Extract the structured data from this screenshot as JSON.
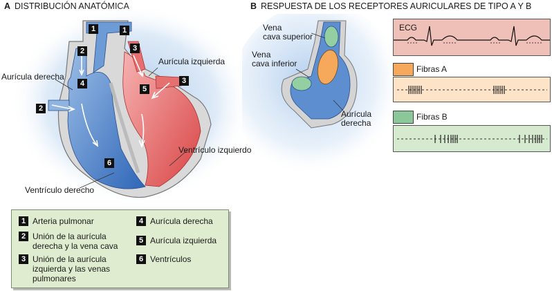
{
  "panel_a": {
    "letter": "A",
    "title": "DISTRIBUCIÓN ANATÓMICA",
    "labels": {
      "auricula_derecha": "Aurícula derecha",
      "auricula_izquierda": "Aurícula izquierda",
      "ventriculo_izquierdo": "Ventrículo izquierdo",
      "ventriculo_derecho": "Ventrículo derecho"
    },
    "markers": [
      "1",
      "1",
      "2",
      "2",
      "3",
      "3",
      "4",
      "5",
      "6"
    ],
    "legend": [
      {
        "num": "1",
        "text": "Arteria pulmonar"
      },
      {
        "num": "2",
        "text": "Unión de la aurícula derecha y la vena cava"
      },
      {
        "num": "3",
        "text": "Unión de la aurícula izquierda y las venas pulmonares"
      },
      {
        "num": "4",
        "text": "Aurícula derecha"
      },
      {
        "num": "5",
        "text": "Aurícula izquierda"
      },
      {
        "num": "6",
        "text": "Ventrículos"
      }
    ]
  },
  "panel_b": {
    "letter": "B",
    "title": "RESPUESTA DE LOS RECEPTORES AURICULARES DE TIPO A Y B",
    "labels": {
      "vena_cava_superior_1": "Vena",
      "vena_cava_superior_2": "cava superior",
      "vena_cava_inferior_1": "Vena",
      "vena_cava_inferior_2": "cava inferior",
      "auricula_derecha_1": "Aurícula",
      "auricula_derecha_2": "derecha"
    },
    "ecg_label": "ECG",
    "fibras_a_label": "Fibras A",
    "fibras_b_label": "Fibras B"
  },
  "colors": {
    "vein_blue": "#5b8fd0",
    "left_red": "#e06060",
    "wall_gray": "#d9d9d9",
    "ecg_bg": "#efc0b8",
    "fibras_a_bg": "#fde3c8",
    "fibras_a_swatch": "#f6a95a",
    "fibras_b_bg": "#d6ead0",
    "fibras_b_swatch": "#8cc79a",
    "legend_bg": "#dfeccf"
  }
}
